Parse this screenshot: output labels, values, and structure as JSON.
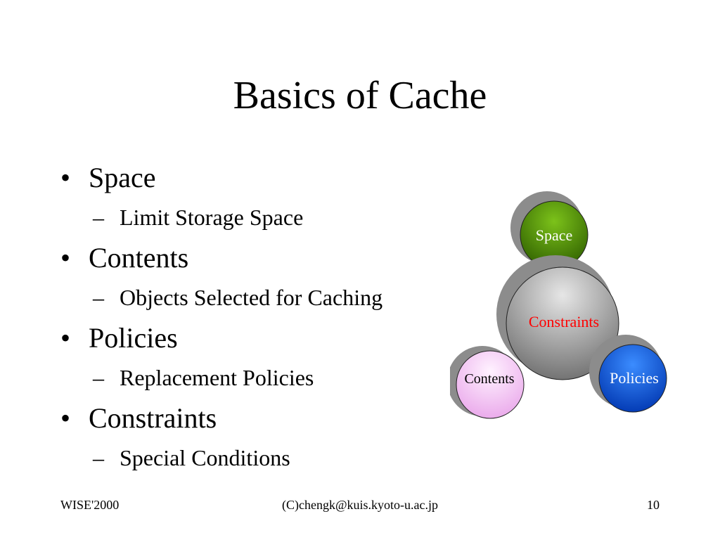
{
  "slide": {
    "title": "Basics of Cache",
    "bullets": [
      {
        "label": "Space",
        "sub": "Limit Storage Space"
      },
      {
        "label": "Contents",
        "sub": "Objects Selected for Caching"
      },
      {
        "label": "Policies",
        "sub": "Replacement Policies"
      },
      {
        "label": "Constraints",
        "sub": "Special Conditions"
      }
    ],
    "bullet_symbol": "•",
    "sub_symbol": "–"
  },
  "diagram": {
    "center": {
      "label": "Constraints",
      "fill": "#a9a9a9",
      "text_color": "#ff0000"
    },
    "nodes": [
      {
        "label": "Space",
        "fill": "#3f7f00",
        "text_color": "#ffffff"
      },
      {
        "label": "Contents",
        "fill": "#ffccff",
        "text_color": "#000000"
      },
      {
        "label": "Policies",
        "fill": "#0055dd",
        "text_color": "#ffffff"
      }
    ],
    "shadow_color": "#8a8a8a"
  },
  "footer": {
    "left": "WISE'2000",
    "center": "(C)chengk@kuis.kyoto-u.ac.jp",
    "right": "10"
  }
}
